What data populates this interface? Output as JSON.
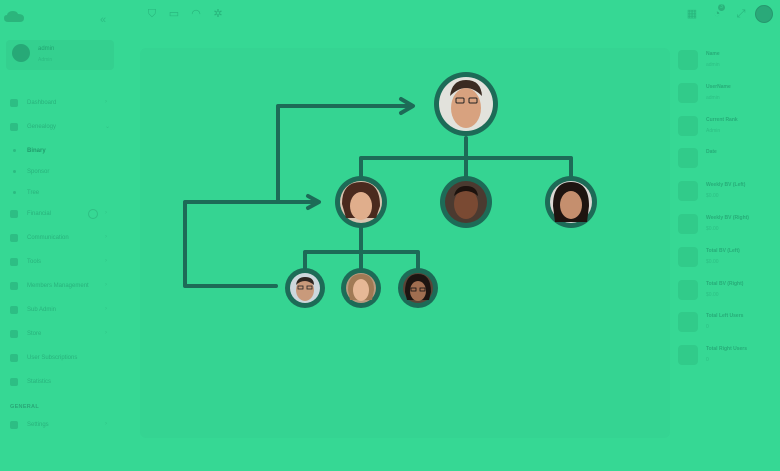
{
  "colors": {
    "background": "#36d894",
    "tree_line": "#1d6b57",
    "node_border": "#1d6b57"
  },
  "topbar": {
    "icons": [
      "cart-icon",
      "folder-icon",
      "headset-icon",
      "gear-icon",
      "grid-icon",
      "bell-icon",
      "expand-icon"
    ],
    "notification_count": "3"
  },
  "sidebar": {
    "profile": {
      "name": "admin",
      "role": "Admin"
    },
    "items": [
      {
        "label": "Dashboard",
        "icon": "dashboard-icon"
      },
      {
        "label": "Genealogy",
        "icon": "genealogy-icon"
      },
      {
        "label": "Binary",
        "icon": "dot-icon"
      },
      {
        "label": "Sponsor",
        "icon": "dot-icon"
      },
      {
        "label": "Tree",
        "icon": "dot-icon"
      },
      {
        "label": "Financial",
        "icon": "wallet-icon"
      },
      {
        "label": "Communication",
        "icon": "chat-icon"
      },
      {
        "label": "Tools",
        "icon": "tools-icon"
      },
      {
        "label": "Members Management",
        "icon": "users-icon"
      },
      {
        "label": "Sub Admin",
        "icon": "admin-icon"
      },
      {
        "label": "Store",
        "icon": "store-icon"
      },
      {
        "label": "User Subscriptions",
        "icon": "subscription-icon"
      },
      {
        "label": "Statistics",
        "icon": "chart-icon"
      }
    ],
    "section_general": "GENERAL",
    "settings": {
      "label": "Settings",
      "icon": "settings-icon"
    }
  },
  "rightbar": {
    "stats": [
      {
        "label": "Name",
        "value": "admin"
      },
      {
        "label": "UserName",
        "value": "admin"
      },
      {
        "label": "Current Rank",
        "value": "Admin"
      },
      {
        "label": "Date",
        "value": ""
      },
      {
        "label": "Weekly BV (Left)",
        "value": "$0.00"
      },
      {
        "label": "Weekly BV (Right)",
        "value": "$0.00"
      },
      {
        "label": "Total BV (Left)",
        "value": "$0.00"
      },
      {
        "label": "Total BV (Right)",
        "value": "$0.00"
      },
      {
        "label": "Total Left Users",
        "value": "0"
      },
      {
        "label": "Total Right Users",
        "value": "0"
      }
    ]
  }
}
